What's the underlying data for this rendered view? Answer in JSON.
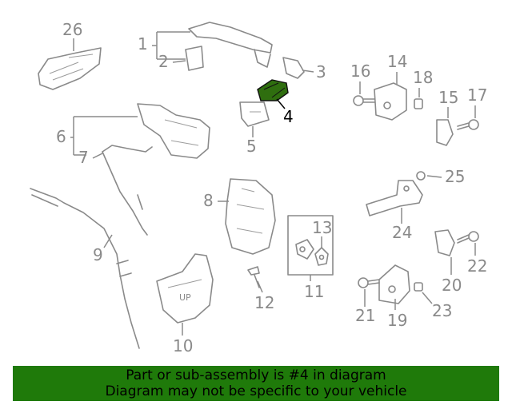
{
  "callouts": {
    "c1": "1",
    "c2": "2",
    "c3": "3",
    "c4": "4",
    "c5": "5",
    "c6": "6",
    "c7": "7",
    "c8": "8",
    "c9": "9",
    "c10": "10",
    "c11": "11",
    "c12": "12",
    "c13": "13",
    "c14": "14",
    "c15": "15",
    "c16": "16",
    "c17": "17",
    "c18": "18",
    "c19": "19",
    "c20": "20",
    "c21": "21",
    "c22": "22",
    "c23": "23",
    "c24": "24",
    "c25": "25",
    "c26": "26"
  },
  "stamp_text": "UP",
  "highlight_part": "4",
  "colors": {
    "highlight_fill": "#2f6e0f",
    "line": "#8a8a8a",
    "banner": "#1f7a0a"
  },
  "banner": {
    "line1": "Part or sub-assembly is #4 in diagram",
    "line2": "Diagram may not be specific to your vehicle"
  }
}
